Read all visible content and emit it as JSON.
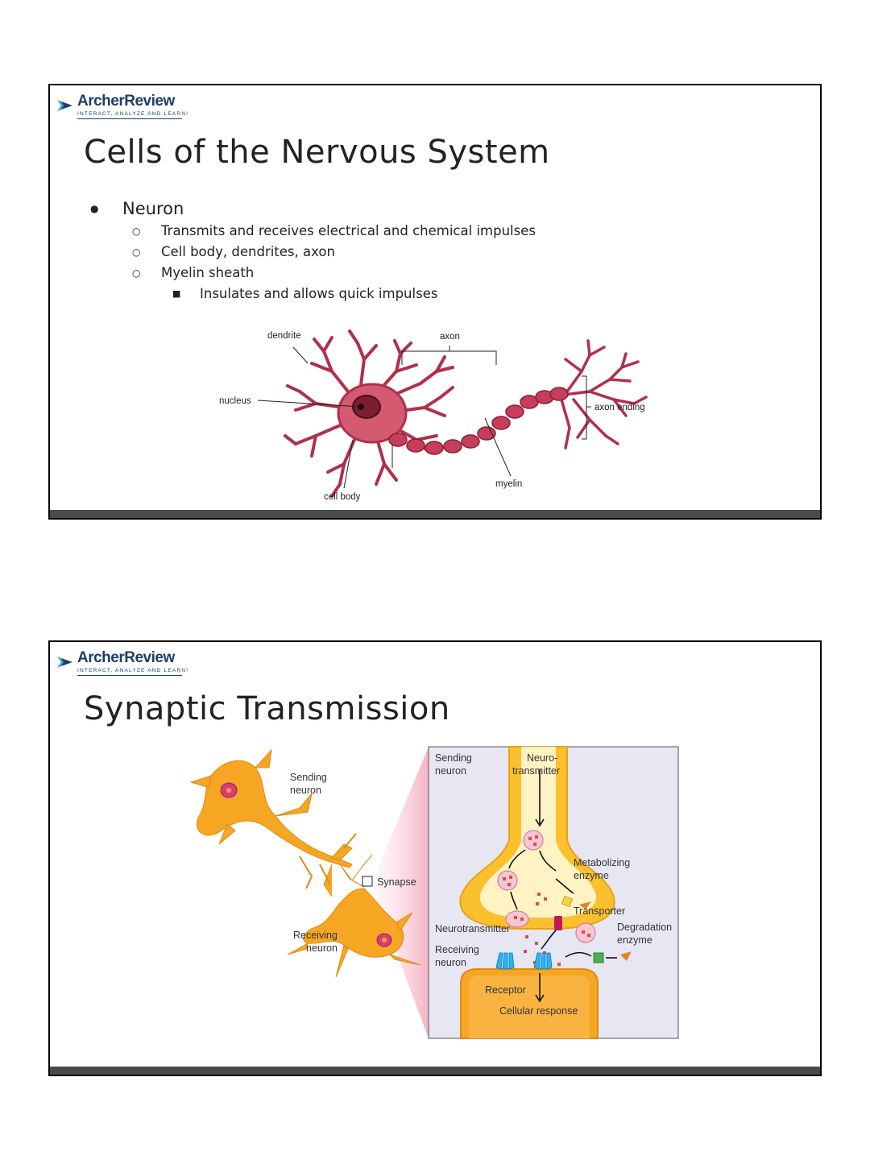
{
  "brand": {
    "name": "ArcherReview",
    "tagline": "INTERACT, ANALYZE AND LEARN!",
    "colors": {
      "navy": "#1f3d6b",
      "teal": "#3aa0c8",
      "footer": "#4a4a4a"
    }
  },
  "slide1": {
    "title": "Cells of the Nervous System",
    "bullet": "Neuron",
    "sub_bullets": [
      "Transmits and receives electrical and chemical impulses",
      "Cell body, dendrites, axon",
      "Myelin sheath"
    ],
    "sub_sub_bullet": "Insulates and allows quick impulses",
    "diagram_labels": {
      "dendrite": "dendrite",
      "axon": "axon",
      "nucleus": "nucleus",
      "axon_ending": "axon ending",
      "myelin": "myelin",
      "cell_body": "cell body"
    }
  },
  "slide2": {
    "title": "Synaptic Transmission",
    "overview_labels": {
      "sending_1": "Sending",
      "sending_2": "neuron",
      "synapse": "Synapse",
      "receiving_1": "Receiving",
      "receiving_2": "neuron"
    },
    "detail_labels": {
      "sending_1": "Sending",
      "sending_2": "neuron",
      "nt_1": "Neuro-",
      "nt_2": "transmitter",
      "metab_1": "Metabolizing",
      "metab_2": "enzyme",
      "transporter": "Transporter",
      "neurotransmitter": "Neurotransmitter",
      "degr_1": "Degradation",
      "degr_2": "enzyme",
      "recv_1": "Receiving",
      "recv_2": "neuron",
      "receptor": "Receptor",
      "cellular_response": "Cellular response"
    }
  }
}
